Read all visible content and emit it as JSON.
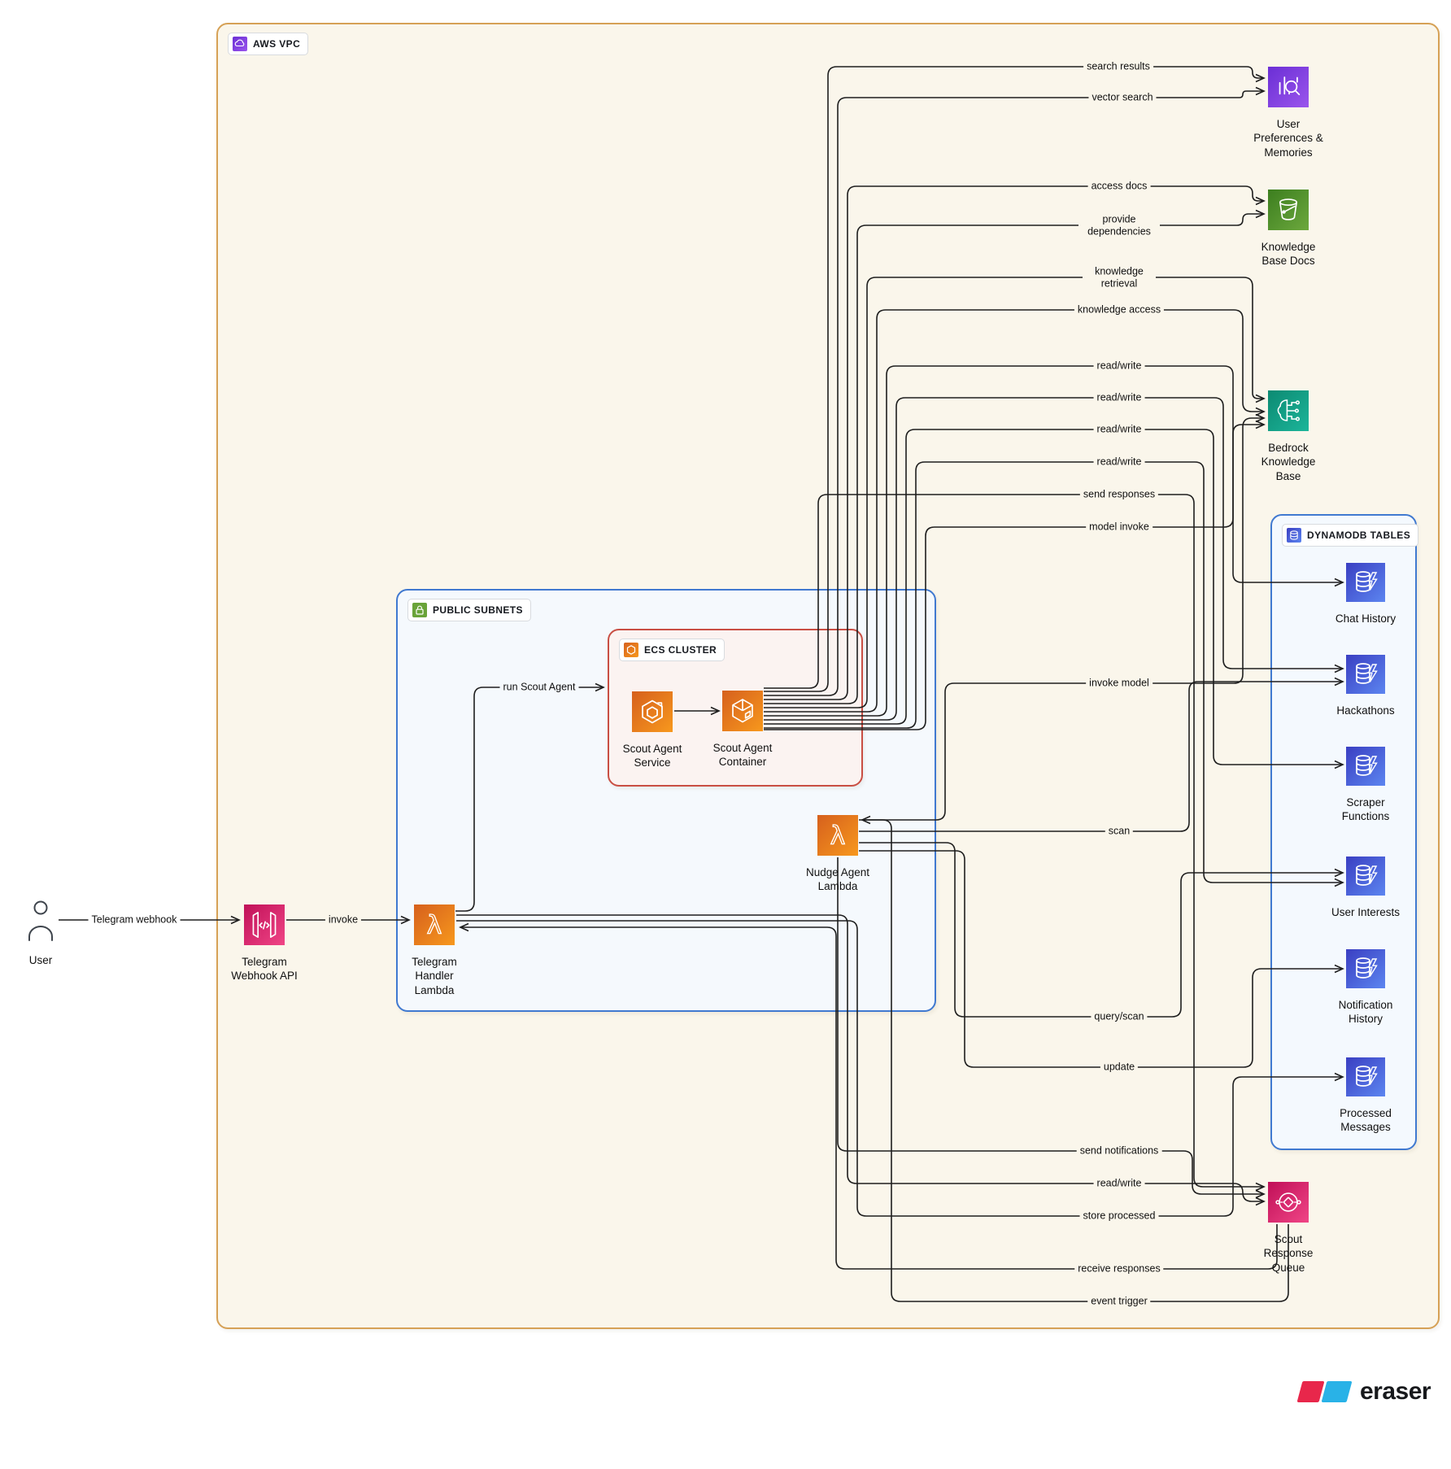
{
  "diagram": {
    "containers": {
      "vpc": {
        "label": "AWS VPC"
      },
      "public_subnets": {
        "label": "PUBLIC SUBNETS"
      },
      "ecs_cluster": {
        "label": "ECS CLUSTER"
      },
      "dynamodb_tables": {
        "label": "DYNAMODB TABLES"
      }
    },
    "nodes": {
      "user": {
        "label": "User"
      },
      "telegram_webhook_api": {
        "label": "Telegram Webhook API"
      },
      "telegram_handler_lambda": {
        "label": "Telegram Handler Lambda"
      },
      "nudge_agent_lambda": {
        "label": "Nudge Agent Lambda"
      },
      "scout_agent_service": {
        "label": "Scout Agent Service"
      },
      "scout_agent_container": {
        "label": "Scout Agent Container"
      },
      "user_preferences": {
        "label": "User Preferences & Memories"
      },
      "knowledge_base_docs": {
        "label": "Knowledge Base Docs"
      },
      "bedrock_knowledge_base": {
        "label": "Bedrock Knowledge Base"
      },
      "chat_history": {
        "label": "Chat History"
      },
      "hackathons": {
        "label": "Hackathons"
      },
      "scraper_functions": {
        "label": "Scraper Functions"
      },
      "user_interests": {
        "label": "User Interests"
      },
      "notification_history": {
        "label": "Notification History"
      },
      "processed_messages": {
        "label": "Processed Messages"
      },
      "scout_response_queue": {
        "label": "Scout Response Queue"
      }
    },
    "edges": {
      "telegram_webhook": {
        "label": "Telegram webhook"
      },
      "invoke": {
        "label": "invoke"
      },
      "run_scout_agent": {
        "label": "run Scout Agent"
      },
      "search_results": {
        "label": "search results"
      },
      "vector_search": {
        "label": "vector search"
      },
      "access_docs": {
        "label": "access docs"
      },
      "provide_dependencies": {
        "label": "provide dependencies"
      },
      "knowledge_retrieval": {
        "label": "knowledge retrieval"
      },
      "knowledge_access": {
        "label": "knowledge access"
      },
      "read_write_1": {
        "label": "read/write"
      },
      "read_write_2": {
        "label": "read/write"
      },
      "read_write_3": {
        "label": "read/write"
      },
      "read_write_4": {
        "label": "read/write"
      },
      "send_responses": {
        "label": "send responses"
      },
      "model_invoke": {
        "label": "model invoke"
      },
      "invoke_model": {
        "label": "invoke model"
      },
      "scan": {
        "label": "scan"
      },
      "query_scan": {
        "label": "query/scan"
      },
      "update": {
        "label": "update"
      },
      "send_notifications": {
        "label": "send notifications"
      },
      "read_write_5": {
        "label": "read/write"
      },
      "store_processed": {
        "label": "store processed"
      },
      "receive_responses": {
        "label": "receive responses"
      },
      "event_trigger": {
        "label": "event trigger"
      }
    },
    "colors": {
      "vpc_border": "#D6A156",
      "vpc_fill": "#FAF6EB",
      "blue_border": "#4079D0",
      "red_border": "#C94F44",
      "line": "#1E1E1E",
      "lambda_orange": "#E8821E",
      "api_pink": "#DB2A67",
      "dynamo_blue": "#4A5FD9",
      "bedrock_teal": "#15A68C",
      "s3_green": "#5C9A36",
      "prefs_purple": "#7D3CE0",
      "queue_pink": "#DF2070",
      "brand_red": "#E8274B",
      "brand_blue": "#29B2E7"
    }
  },
  "footer": {
    "brand": "eraser"
  }
}
